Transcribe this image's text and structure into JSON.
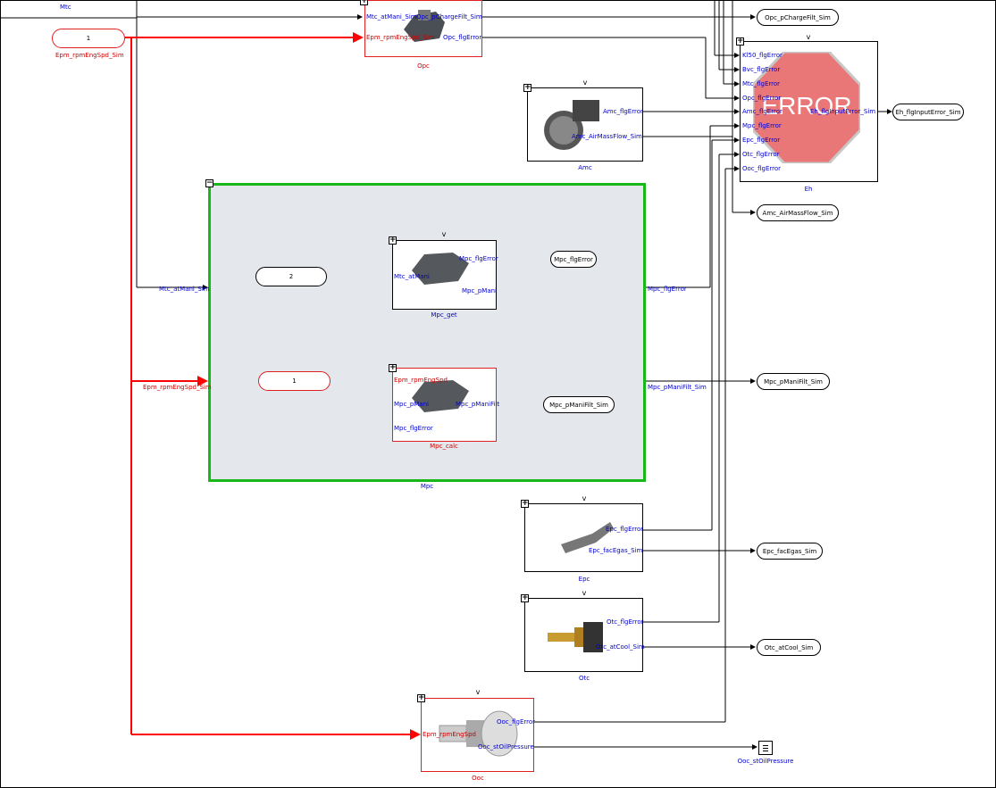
{
  "title": "Mtc",
  "constants": {
    "const_top": "1",
    "const_mpc_get": "2",
    "const_mpc_calc": "1",
    "const_top_label": "Epm_rpmEngSpd_Sim"
  },
  "blocks": {
    "opc_top": {
      "caption": "Opc",
      "in1": "Mtc_atMani_Sim",
      "in2": "Epm_rpmEngSpd_Sim",
      "out1": "Opc_pChargeFilt_Sim",
      "out2": "Opc_flgError"
    },
    "amc": {
      "caption": "Amc",
      "out1": "Amc_flgError",
      "out2": "Amc_AirMassFlow_Sim"
    },
    "eh": {
      "caption": "Eh",
      "in": [
        "Kl50_flgError",
        "Bvc_flgError",
        "Mtc_flgError",
        "Opc_flgError",
        "Amc_flgError",
        "Mpc_flgError",
        "Epc_flgError",
        "Otc_flgError",
        "Ooc_flgError"
      ],
      "out": "Eh_flgInputError_Sim",
      "error_text": "ERROR"
    },
    "mpc": {
      "caption": "Mpc",
      "in1": "Mtc_atMani_Sim",
      "in2": "Epm_rpmEngSpd_Sim",
      "out1": "Mpc_flgError",
      "out2": "Mpc_pManiFilt_Sim"
    },
    "mpc_get": {
      "caption": "Mpc_get",
      "in": "Mtc_atMani",
      "out1": "Mpc_flgError",
      "out2": "Mpc_pMani"
    },
    "mpc_calc": {
      "caption": "Mpc_calc",
      "in1": "Epm_rpmEngSpd",
      "in2": "Mpc_pMani",
      "in3": "Mpc_flgError",
      "out": "Mpc_pManiFilt"
    },
    "epc": {
      "caption": "Epc",
      "out1": "Epc_flgError",
      "out2": "Epc_facEgas_Sim"
    },
    "otc": {
      "caption": "Otc",
      "out1": "Otc_flgError",
      "out2": "Otc_atCool_Sim"
    },
    "ooc": {
      "caption": "Ooc",
      "in": "Epm_rpmEngSpd",
      "out1": "Ooc_flgError",
      "out2": "Ooc_stOilPressure"
    }
  },
  "outports": {
    "opc_pchargefilt": "Opc_pChargeFilt_Sim",
    "eh_flginputerror": "Eh_flgInputError_Sim",
    "amc_airmassflow": "Amc_AirMassFlow_Sim",
    "mpc_flgerror_inner": "Mpc_flgError",
    "mpc_pmanifilt_inner": "Mpc_pManiFilt_Sim",
    "mpc_pmanifilt": "Mpc_pManiFilt_Sim",
    "epc_facegas": "Epc_facEgas_Sim",
    "otc_atcool": "Otc_atCool_Sim",
    "scope_label": "Ooc_stOilPressure"
  },
  "marks": {
    "v": "v",
    "plus": "+",
    "minus": "−"
  },
  "colors": {
    "signal_red": "#ff0000",
    "subsystem_green": "#18b818",
    "label_blue": "#0000cc"
  }
}
